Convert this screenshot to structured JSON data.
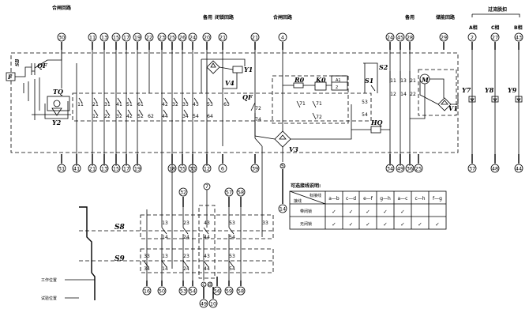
{
  "headers": {
    "close_circuit_left": "合闸回路",
    "spare_1": "备用",
    "lockout_circuit": "闭锁回路",
    "close_circuit_mid": "合闸回路",
    "spare_2": "备用",
    "energy_circuit": "储能回路",
    "overcurrent_release": "过流脱扣"
  },
  "phase_labels": [
    "A相",
    "C相",
    "B相"
  ],
  "top_terminals": [
    "30",
    "11",
    "13",
    "15",
    "17",
    "19",
    "22",
    "23",
    "25",
    "26",
    "24",
    "20",
    "21",
    "4",
    "24",
    "45",
    "28",
    "29",
    "2",
    "27",
    "43"
  ],
  "bottom_terminals": [
    "31",
    "41",
    "21",
    "13",
    "15",
    "17",
    "19",
    "18",
    "35",
    "33",
    "12",
    "6",
    "39",
    "34",
    "49",
    "36",
    "25",
    "37",
    "48",
    "44"
  ],
  "mid_terminals": [
    "5",
    "14"
  ],
  "lower_top_terminals": [
    "32",
    "7",
    "57",
    "58"
  ],
  "lower_bottom_terminals": [
    "16",
    "50",
    "53",
    "54",
    "56",
    "59",
    "58"
  ],
  "lower_extra": [
    "c",
    "d",
    "49",
    "10"
  ],
  "components": {
    "F": "F",
    "SB": "SB",
    "QF_top": "QF",
    "TQ": "TQ",
    "Y2": "Y2",
    "V4": "V4",
    "Y1": "Y1",
    "QF_mid": "QF",
    "V3": "V3",
    "R0": "R0",
    "K0": "K0",
    "S1": "S1",
    "S2": "S2",
    "HQ": "HQ",
    "M": "M",
    "V1": "V1",
    "Y7": "Y7",
    "Y8": "Y8",
    "Y9": "Y9",
    "S8": "S8",
    "S9": "S9"
  },
  "positions": {
    "working": "工作位置",
    "test": "试验位置"
  },
  "selection_table": {
    "title": "可选接线说明:",
    "corner_top": "标接线",
    "corner_bottom": "接线",
    "columns": [
      "a—b",
      "c—d",
      "e—f",
      "g—h",
      "a—c",
      "c—h",
      "f—g"
    ],
    "rows": [
      {
        "label": "带闭锁",
        "marks": [
          "✓",
          "✓",
          "✓",
          "✓",
          "✓",
          "",
          ""
        ]
      },
      {
        "label": "无闭锁",
        "marks": [
          "✓",
          "✓",
          "✓",
          "✓",
          "✓",
          "✓",
          "✓"
        ]
      }
    ]
  },
  "contact_numbers": {
    "row1": [
      "11",
      "21",
      "31",
      "41",
      "51",
      "61",
      "42",
      "32",
      "33",
      "43",
      "53",
      "63"
    ],
    "row2": [
      "12",
      "22",
      "32",
      "42",
      "52",
      "62",
      "44",
      "34",
      "54",
      "64"
    ]
  }
}
